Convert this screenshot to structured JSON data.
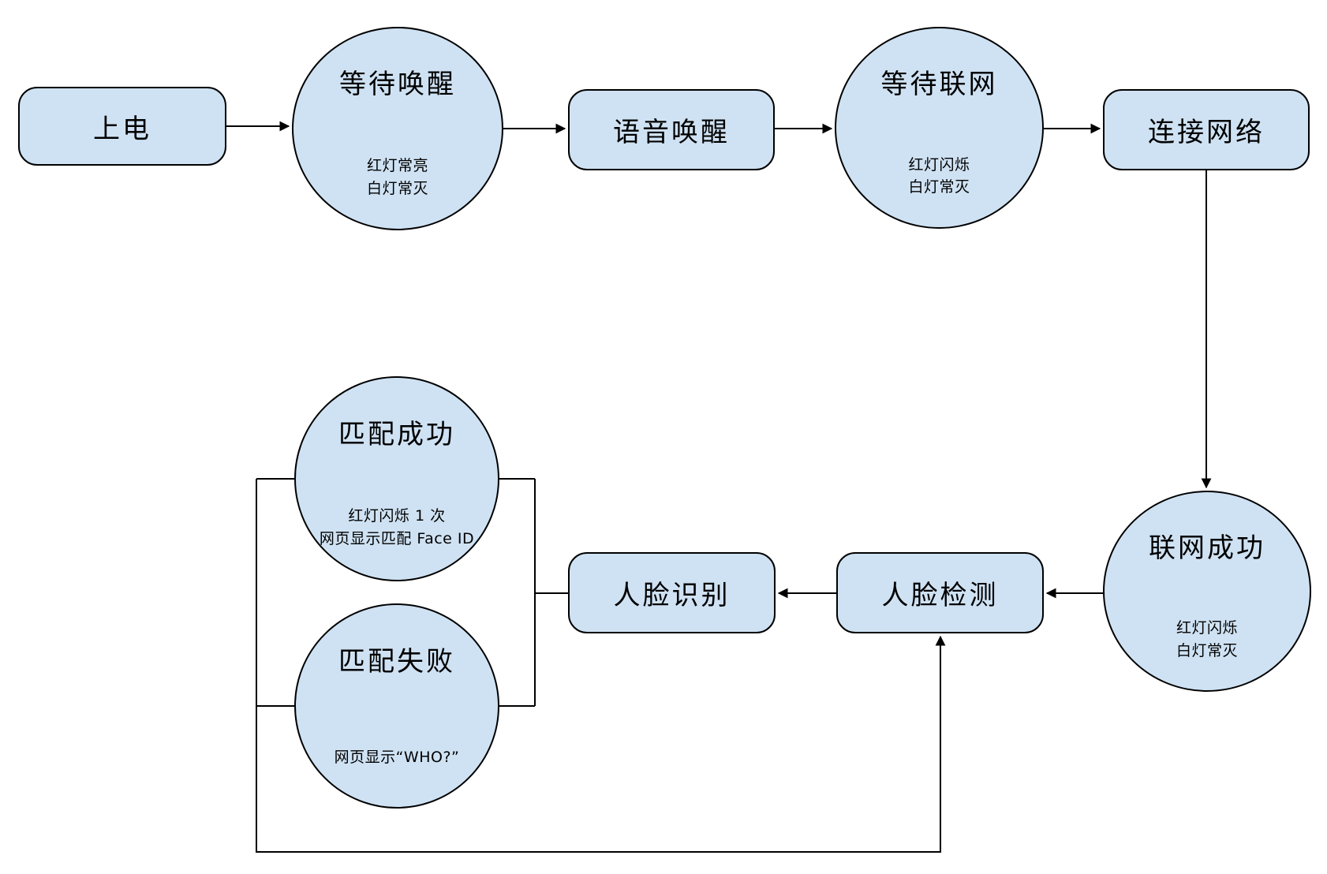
{
  "colors": {
    "node_fill": "#cfe2f3",
    "node_stroke": "#000000",
    "line": "#000000",
    "background": "#ffffff"
  },
  "nodes": {
    "power_on": {
      "label": "上电"
    },
    "wait_wake": {
      "title": "等待唤醒",
      "status": "红灯常亮\n白灯常灭"
    },
    "voice_wake": {
      "label": "语音唤醒"
    },
    "wait_network": {
      "title": "等待联网",
      "status": "红灯闪烁\n白灯常灭"
    },
    "connect_network": {
      "label": "连接网络"
    },
    "network_success": {
      "title": "联网成功",
      "status": "红灯闪烁\n白灯常灭"
    },
    "face_detect": {
      "label": "人脸检测"
    },
    "face_recognize": {
      "label": "人脸识别"
    },
    "match_success": {
      "title": "匹配成功",
      "status": "红灯闪烁 1 次\n网页显示匹配 Face ID"
    },
    "match_fail": {
      "title": "匹配失败",
      "status": "网页显示“WHO?”"
    }
  }
}
